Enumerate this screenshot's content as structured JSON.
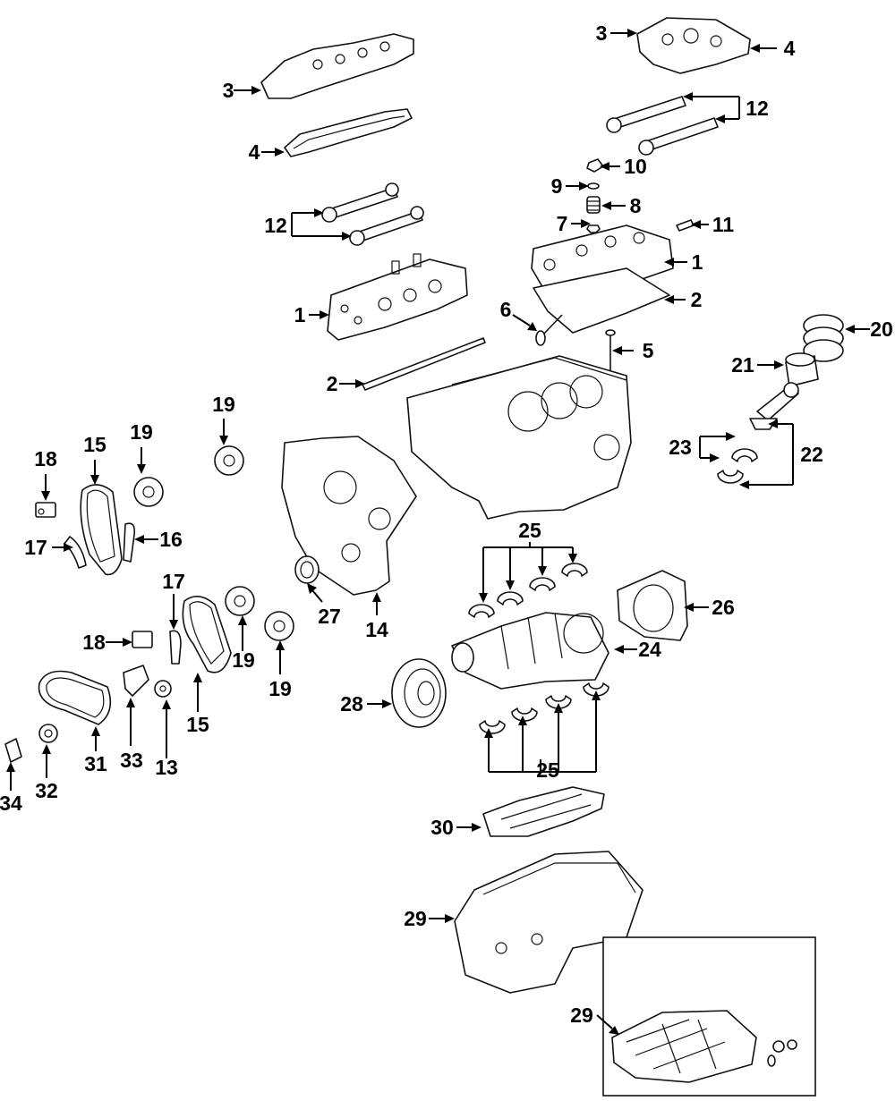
{
  "callouts": [
    {
      "id": "c3a",
      "text": "3"
    },
    {
      "id": "c4a",
      "text": "4"
    },
    {
      "id": "c12a",
      "text": "12"
    },
    {
      "id": "c1a",
      "text": "1"
    },
    {
      "id": "c2a",
      "text": "2"
    },
    {
      "id": "c3b",
      "text": "3"
    },
    {
      "id": "c4b",
      "text": "4"
    },
    {
      "id": "c12b",
      "text": "12"
    },
    {
      "id": "c10",
      "text": "10"
    },
    {
      "id": "c9",
      "text": "9"
    },
    {
      "id": "c8",
      "text": "8"
    },
    {
      "id": "c7",
      "text": "7"
    },
    {
      "id": "c11",
      "text": "11"
    },
    {
      "id": "c1b",
      "text": "1"
    },
    {
      "id": "c2b",
      "text": "2"
    },
    {
      "id": "c6",
      "text": "6"
    },
    {
      "id": "c5",
      "text": "5"
    },
    {
      "id": "c20",
      "text": "20"
    },
    {
      "id": "c21",
      "text": "21"
    },
    {
      "id": "c23",
      "text": "23"
    },
    {
      "id": "c22",
      "text": "22"
    },
    {
      "id": "c19a",
      "text": "19"
    },
    {
      "id": "c18a",
      "text": "18"
    },
    {
      "id": "c15a",
      "text": "15"
    },
    {
      "id": "c19b",
      "text": "19"
    },
    {
      "id": "c17a",
      "text": "17"
    },
    {
      "id": "c16",
      "text": "16"
    },
    {
      "id": "c25a",
      "text": "25"
    },
    {
      "id": "c26",
      "text": "26"
    },
    {
      "id": "c27",
      "text": "27"
    },
    {
      "id": "c14",
      "text": "14"
    },
    {
      "id": "c17b",
      "text": "17"
    },
    {
      "id": "c18b",
      "text": "18"
    },
    {
      "id": "c19c",
      "text": "19"
    },
    {
      "id": "c19d",
      "text": "19"
    },
    {
      "id": "c24",
      "text": "24"
    },
    {
      "id": "c28",
      "text": "28"
    },
    {
      "id": "c33",
      "text": "33"
    },
    {
      "id": "c13",
      "text": "13"
    },
    {
      "id": "c15b",
      "text": "15"
    },
    {
      "id": "c31",
      "text": "31"
    },
    {
      "id": "c32",
      "text": "32"
    },
    {
      "id": "c34",
      "text": "34"
    },
    {
      "id": "c25b",
      "text": "25"
    },
    {
      "id": "c30",
      "text": "30"
    },
    {
      "id": "c29a",
      "text": "29"
    },
    {
      "id": "c29b",
      "text": "29"
    }
  ]
}
